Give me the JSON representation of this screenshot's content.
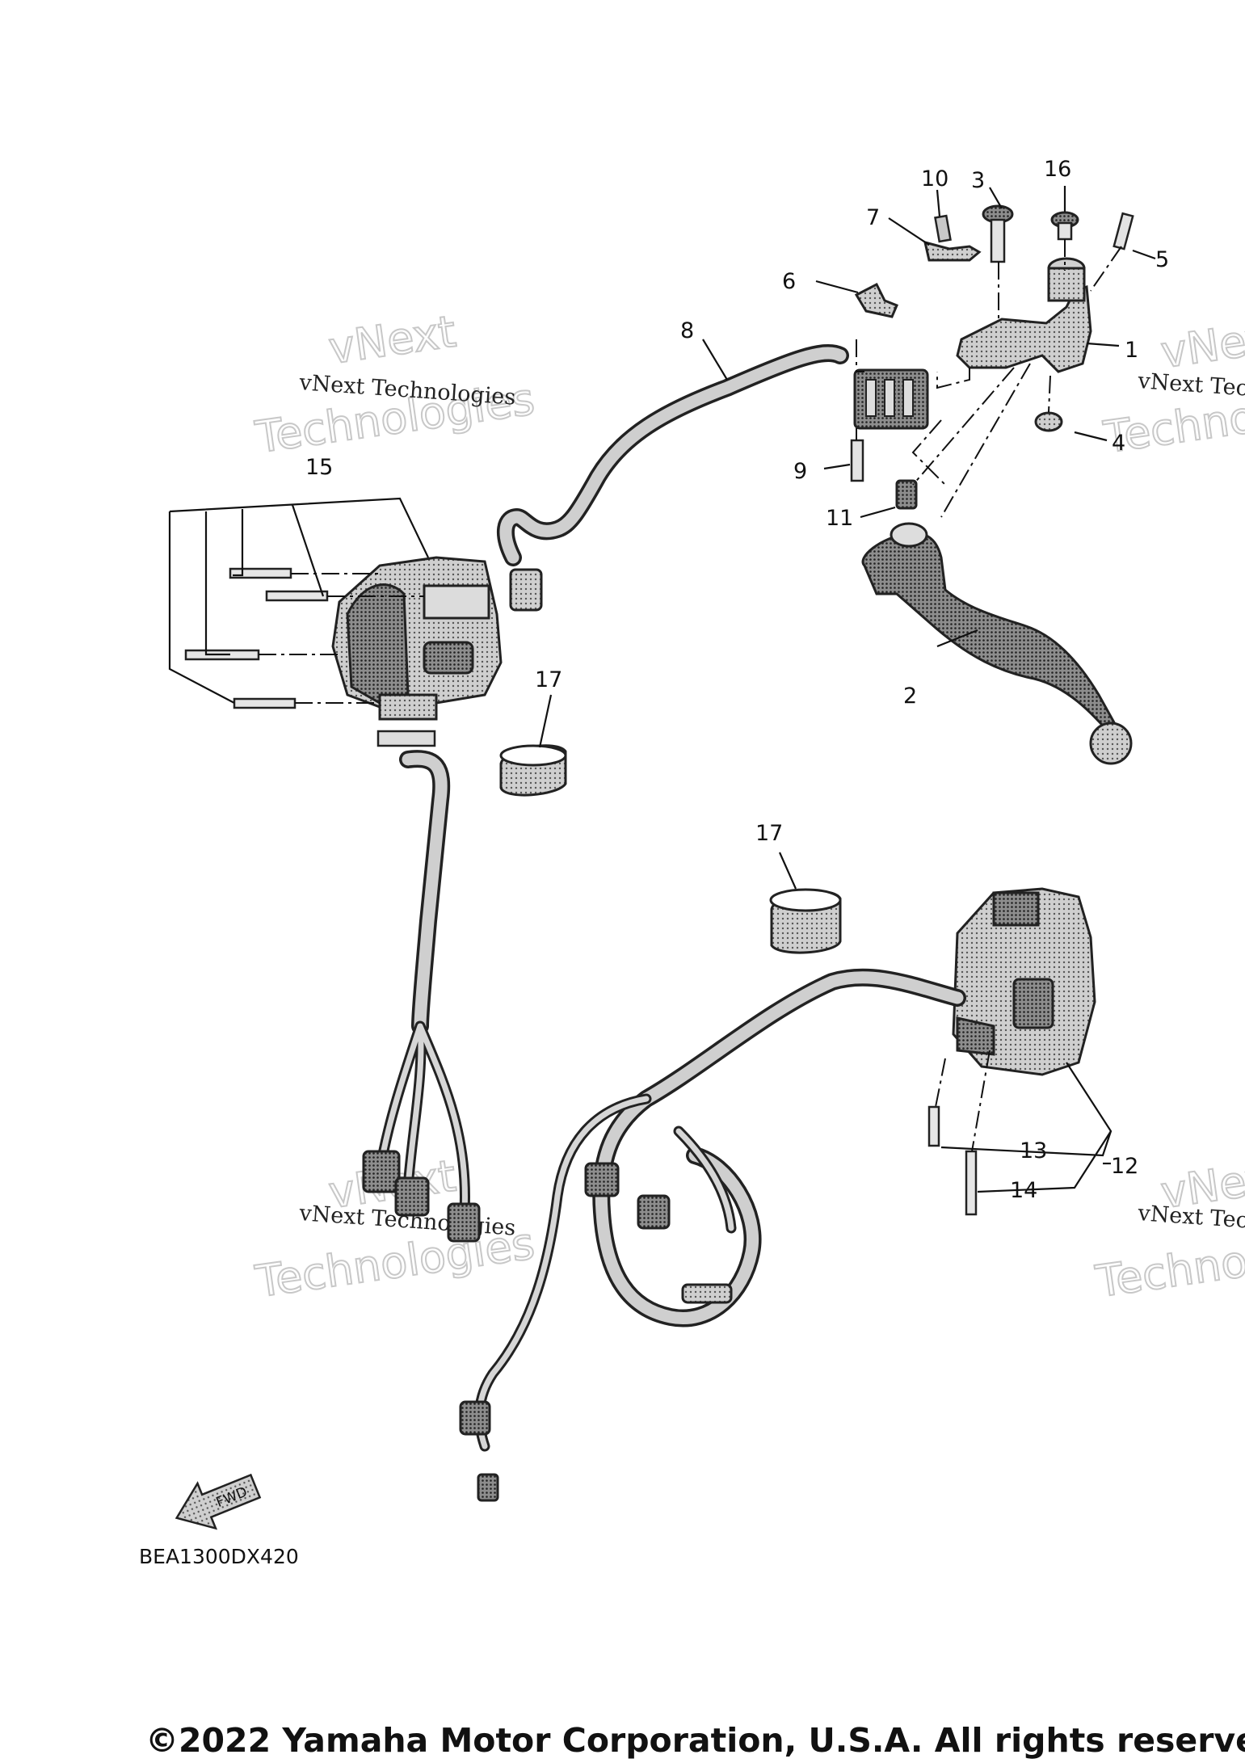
{
  "diagram_code": "BEA1300DX420",
  "copyright": "©2022 Yamaha Motor Corporation, U.S.A. All rights reserved.",
  "fwd_label": "FWD",
  "watermark": {
    "line": "vNext Technologies",
    "big_top": "vNext",
    "big_bottom": "Technologies"
  },
  "callouts": {
    "c1": "1",
    "c2": "2",
    "c3": "3",
    "c4": "4",
    "c5": "5",
    "c6": "6",
    "c7": "7",
    "c8": "8",
    "c9": "9",
    "c10": "10",
    "c11": "11",
    "c12": "12",
    "c13": "13",
    "c14": "14",
    "c15": "15",
    "c16": "16",
    "c17a": "17",
    "c17b": "17"
  }
}
